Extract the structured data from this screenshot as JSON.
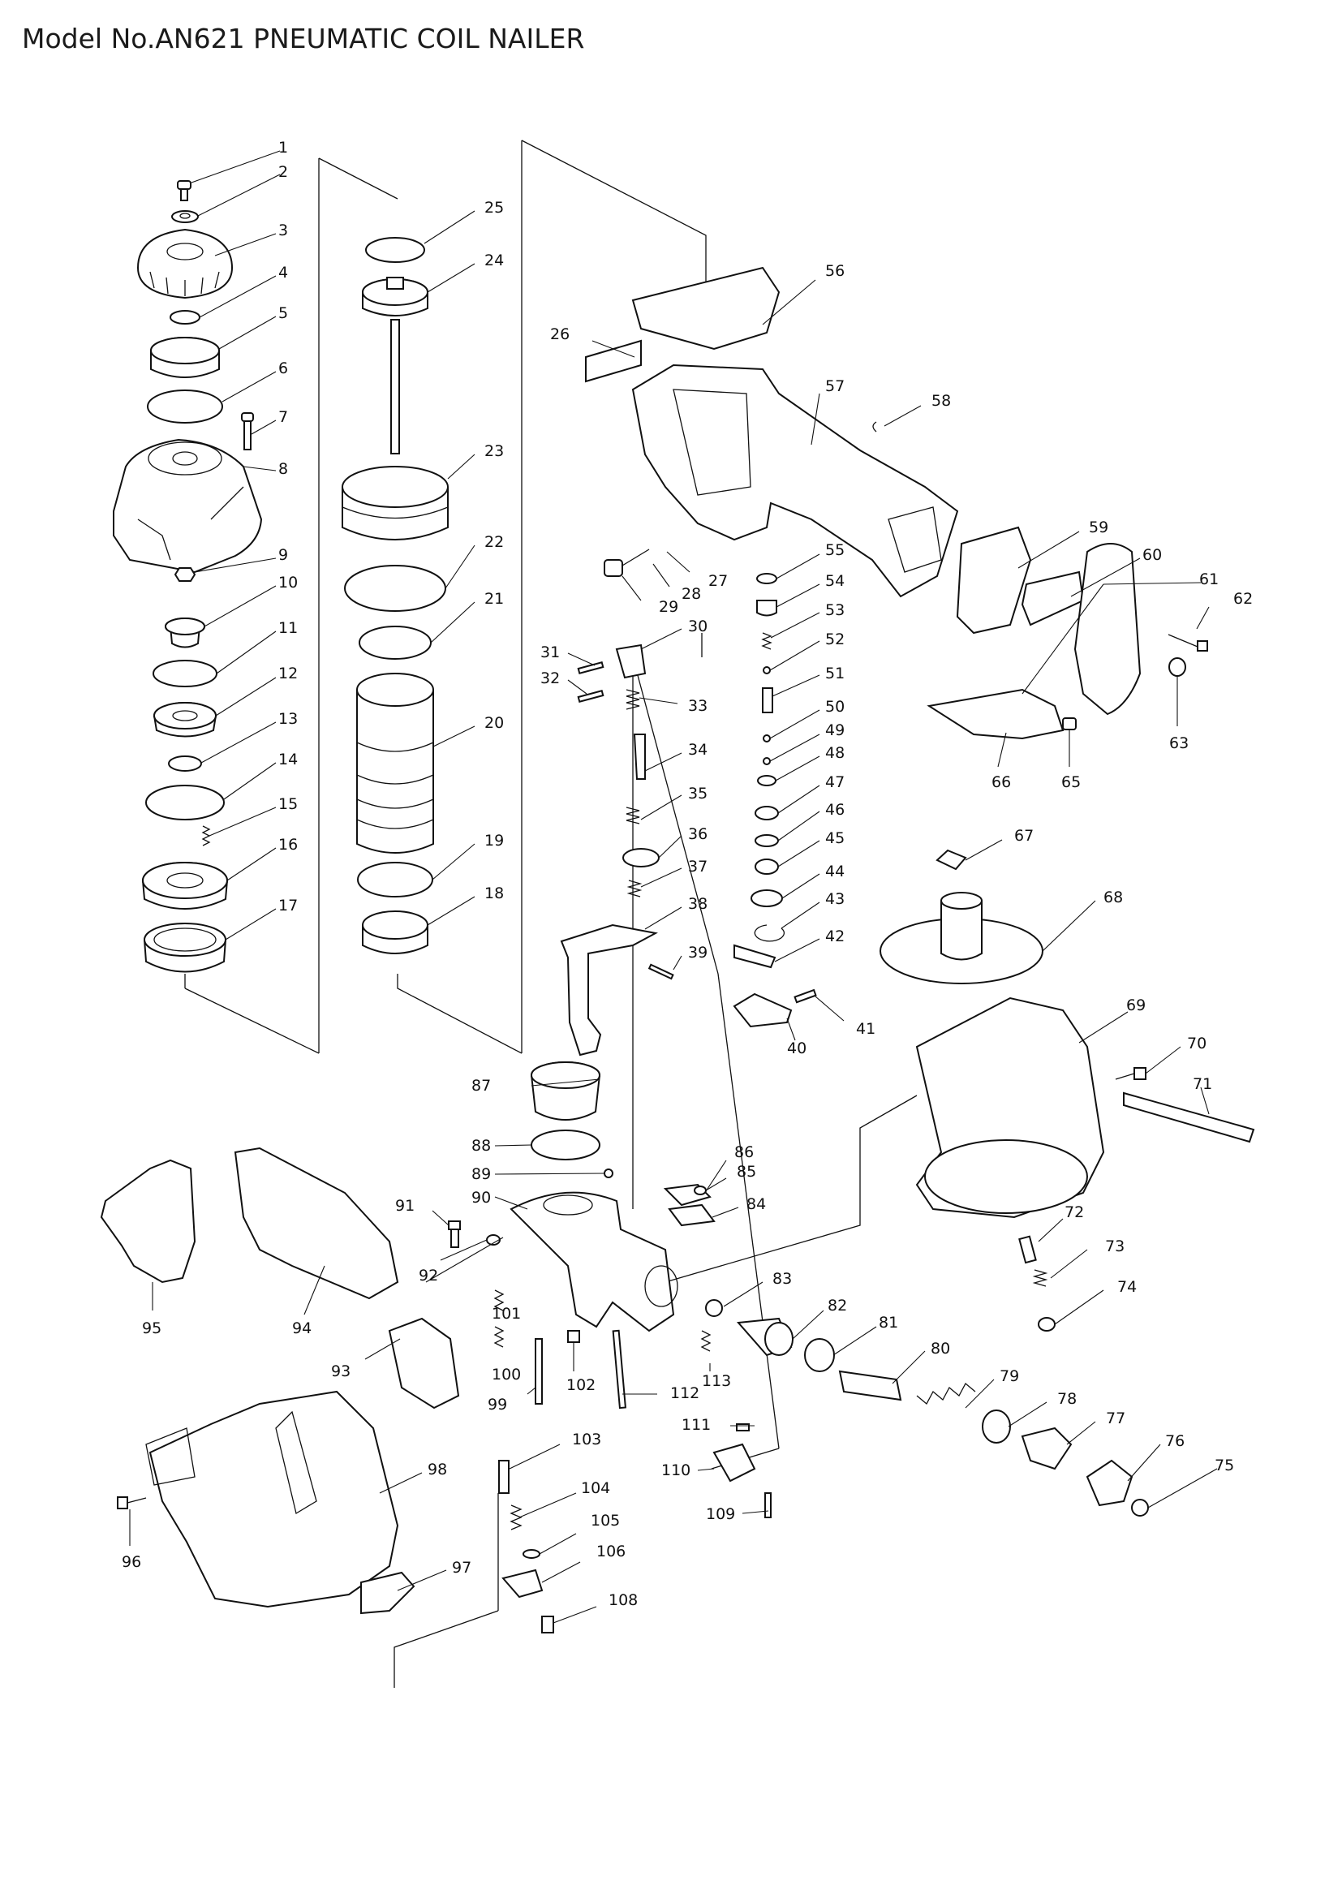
{
  "title": "Model No.AN621 PNEUMATIC COIL NAILER",
  "labels": {
    "p1": "1",
    "p2": "2",
    "p3": "3",
    "p4": "4",
    "p5": "5",
    "p6": "6",
    "p7": "7",
    "p8": "8",
    "p9": "9",
    "p10": "10",
    "p11": "11",
    "p12": "12",
    "p13": "13",
    "p14": "14",
    "p15": "15",
    "p16": "16",
    "p17": "17",
    "p18": "18",
    "p19": "19",
    "p20": "20",
    "p21": "21",
    "p22": "22",
    "p23": "23",
    "p24": "24",
    "p25": "25",
    "p26": "26",
    "p27": "27",
    "p28": "28",
    "p29": "29",
    "p30": "30",
    "p31": "31",
    "p32": "32",
    "p33": "33",
    "p34": "34",
    "p35": "35",
    "p36": "36",
    "p37": "37",
    "p38": "38",
    "p39": "39",
    "p40": "40",
    "p41": "41",
    "p42": "42",
    "p43": "43",
    "p44": "44",
    "p45": "45",
    "p46": "46",
    "p47": "47",
    "p48": "48",
    "p49": "49",
    "p50": "50",
    "p51": "51",
    "p52": "52",
    "p53": "53",
    "p54": "54",
    "p55": "55",
    "p56": "56",
    "p57": "57",
    "p58": "58",
    "p59": "59",
    "p60": "60",
    "p61": "61",
    "p62": "62",
    "p63": "63",
    "p65": "65",
    "p66": "66",
    "p67": "67",
    "p68": "68",
    "p69": "69",
    "p70": "70",
    "p71": "71",
    "p72": "72",
    "p73": "73",
    "p74": "74",
    "p75": "75",
    "p76": "76",
    "p77": "77",
    "p78": "78",
    "p79": "79",
    "p80": "80",
    "p81": "81",
    "p82": "82",
    "p83": "83",
    "p84": "84",
    "p85": "85",
    "p86": "86",
    "p87": "87",
    "p88": "88",
    "p89": "89",
    "p90": "90",
    "p91": "91",
    "p92": "92",
    "p93": "93",
    "p94": "94",
    "p95": "95",
    "p96": "96",
    "p97": "97",
    "p98": "98",
    "p99": "99",
    "p100": "100",
    "p101": "101",
    "p102": "102",
    "p103": "103",
    "p104": "104",
    "p105": "105",
    "p106": "106",
    "p108": "108",
    "p109": "109",
    "p110": "110",
    "p111": "111",
    "p112": "112",
    "p113": "113"
  }
}
